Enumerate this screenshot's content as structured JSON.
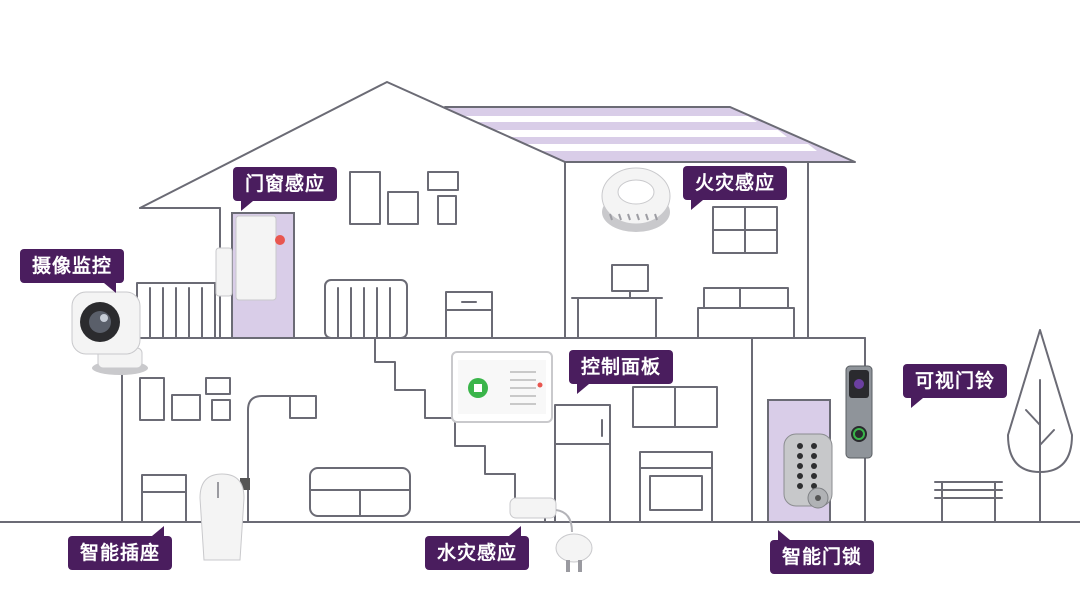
{
  "colors": {
    "line": "#6b6b75",
    "purple": "#4a1d5e",
    "lavender": "#d9cde8",
    "device_white": "#f4f4f4",
    "device_shadow": "#c9c9cc",
    "accent_red": "#e8564f",
    "accent_green": "#3ab54a"
  },
  "labels": {
    "door_window_sensor": "门窗感应",
    "fire_sensor": "火灾感应",
    "camera_monitor": "摄像监控",
    "control_panel": "控制面板",
    "video_doorbell": "可视门铃",
    "smart_plug": "智能插座",
    "water_sensor": "水灾感应",
    "smart_lock": "智能门锁"
  },
  "icons": {
    "camera": "security-camera-icon",
    "door_sensor": "door-sensor-icon",
    "smoke": "smoke-detector-icon",
    "panel": "control-panel-icon",
    "doorbell": "video-doorbell-icon",
    "plug": "smart-plug-icon",
    "water": "water-sensor-icon",
    "lock": "keypad-lock-icon"
  }
}
